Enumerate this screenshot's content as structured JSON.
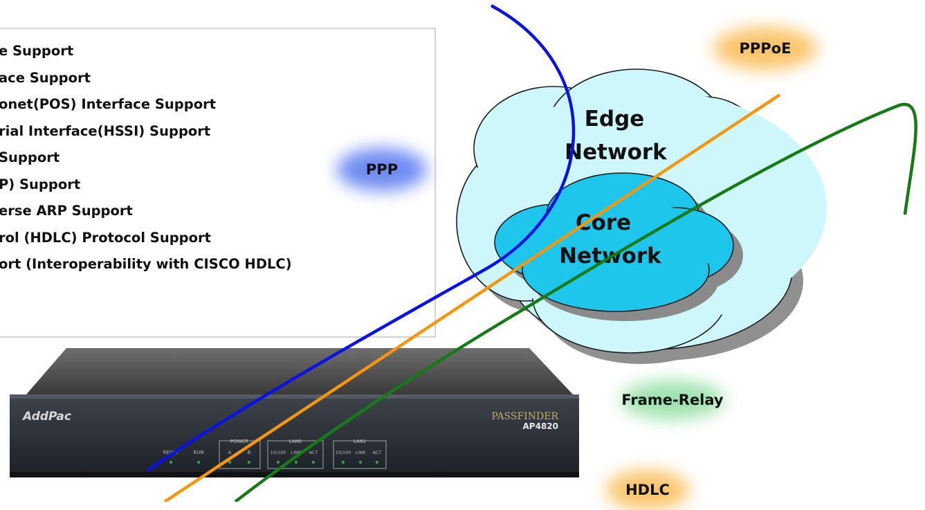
{
  "features": [
    "e Support",
    "ace Support",
    "onet(POS) Interface Support",
    "rial Interface(HSSI) Support",
    "Support",
    "P) Support",
    "erse ARP Support",
    "rol (HDLC) Protocol Support",
    "ort (Interoperability with  CISCO HDLC)"
  ],
  "protocols": {
    "ppp": "PPP",
    "pppoe": "PPPoE",
    "frame_relay": "Frame-Relay",
    "hdlc": "HDLC"
  },
  "network": {
    "edge_line1": "Edge",
    "edge_line2": "Network",
    "core_line1": "Core",
    "core_line2": "Network"
  },
  "device": {
    "brand": "AddPac",
    "product": "PASSFINDER",
    "model": "AP4820",
    "reset_label": "RESET",
    "run_label": "RUN",
    "power_label": "POWER",
    "power_a": "A",
    "power_b": "B",
    "lan0_label": "LAN0",
    "lan1_label": "LAN1",
    "port_10_100": "10/100",
    "port_link": "LINK",
    "port_act": "ACT"
  },
  "colors": {
    "ppp_line": "#0a12e6",
    "pppoe_line": "#f5960f",
    "hdlc_line": "#167a16",
    "ppp_glow": "#6f8cf2",
    "pppoe_glow": "#f7b23a",
    "frame_relay_glow": "#5fd07a",
    "hdlc_glow": "#f7b23a",
    "edge_cloud": "#cdf7fb",
    "core_cloud": "#1ec6ec"
  }
}
